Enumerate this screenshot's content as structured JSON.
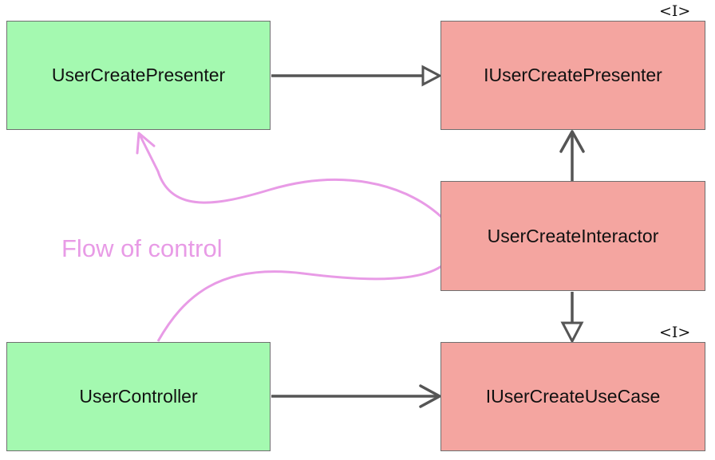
{
  "colors": {
    "concrete_fill": "#a4f9b0",
    "interface_fill": "#f4a5a0",
    "border": "#6f6f6f",
    "arrow": "#555555",
    "flow": "#e89be6"
  },
  "classes": {
    "user_create_presenter": "UserCreatePresenter",
    "i_user_create_presenter": "IUserCreatePresenter",
    "user_create_interactor": "UserCreateInteractor",
    "user_controller": "UserController",
    "i_user_create_use_case": "IUserCreateUseCase"
  },
  "stereotypes": {
    "i_user_create_presenter": "<I>",
    "i_user_create_use_case": "<I>"
  },
  "flow": {
    "label": "Flow of control"
  }
}
